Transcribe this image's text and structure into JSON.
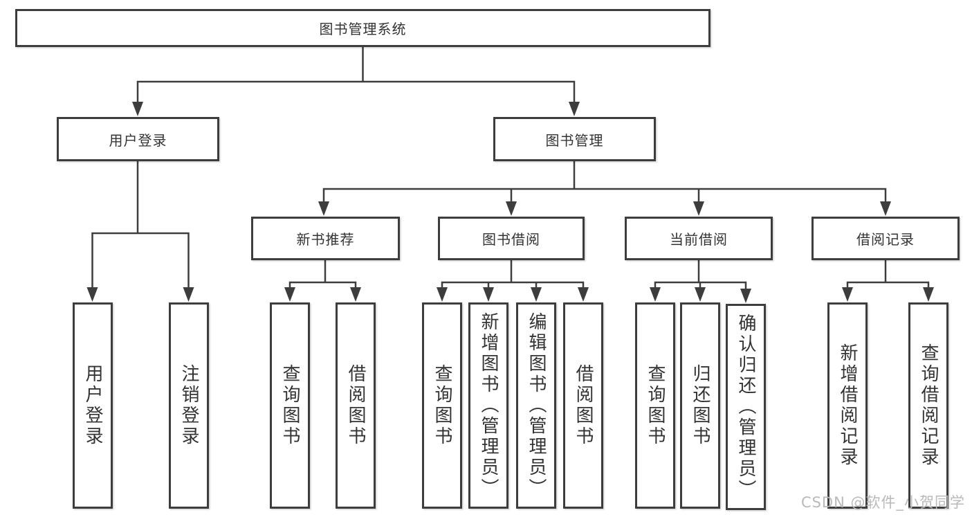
{
  "tree": {
    "root": {
      "label": "图书管理系统"
    },
    "branches": [
      {
        "label": "用户登录",
        "children": [
          {
            "label": "用户登录"
          },
          {
            "label": "注销登录"
          }
        ]
      },
      {
        "label": "图书管理",
        "children": [
          {
            "label": "新书推荐",
            "children": [
              {
                "label": "查询图书"
              },
              {
                "label": "借阅图书"
              }
            ]
          },
          {
            "label": "图书借阅",
            "children": [
              {
                "label": "查询图书"
              },
              {
                "label": "新增图书（管理员）"
              },
              {
                "label": "编辑图书（管理员）"
              },
              {
                "label": "借阅图书"
              }
            ]
          },
          {
            "label": "当前借阅",
            "children": [
              {
                "label": "查询图书"
              },
              {
                "label": "归还图书"
              },
              {
                "label": "确认归还（管理员）"
              }
            ]
          },
          {
            "label": "借阅记录",
            "children": [
              {
                "label": "新增借阅记录"
              },
              {
                "label": "查询借阅记录"
              }
            ]
          }
        ]
      }
    ]
  },
  "watermark": {
    "text": "CSDN @软件_小贺同学"
  },
  "colors": {
    "line": "#3d3d3d",
    "text": "#333333",
    "watermark": "#b9b9b9",
    "background": "#ffffff"
  }
}
